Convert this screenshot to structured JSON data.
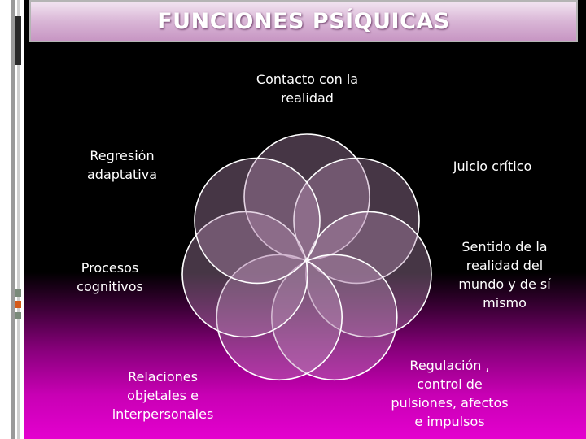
{
  "slide": {
    "title": "FUNCIONES PSÍQUICAS"
  },
  "diagram": {
    "items": [
      {
        "id": "contacto",
        "label": "Contacto con la realidad",
        "lines": [
          "Contacto con la",
          "realidad"
        ]
      },
      {
        "id": "juicio",
        "label": "Juicio crítico",
        "lines": [
          "Juicio crítico"
        ]
      },
      {
        "id": "sentido",
        "label": "Sentido de la realidad del mundo y de sí mismo",
        "lines": [
          "Sentido de la",
          "realidad del",
          "mundo y de sí",
          "mismo"
        ]
      },
      {
        "id": "regulacion",
        "label": "Regulación , control de pulsiones, afectos e impulsos",
        "lines": [
          "Regulación ,",
          "control de",
          "pulsiones, afectos",
          "e impulsos"
        ]
      },
      {
        "id": "relaciones",
        "label": "Relaciones objetales e interpersonales",
        "lines": [
          "Relaciones",
          "objetales e",
          "interpersonales"
        ]
      },
      {
        "id": "procesos",
        "label": "Procesos cognitivos",
        "lines": [
          "Procesos",
          "cognitivos"
        ]
      },
      {
        "id": "regresion",
        "label": "Regresión adaptativa",
        "lines": [
          "Regresión",
          "adaptativa"
        ]
      }
    ],
    "colors": {
      "circle_fill": "#b98fb6",
      "circle_stroke": "#ffffff",
      "background_top": "#000000",
      "background_bottom": "#e400cf"
    }
  }
}
